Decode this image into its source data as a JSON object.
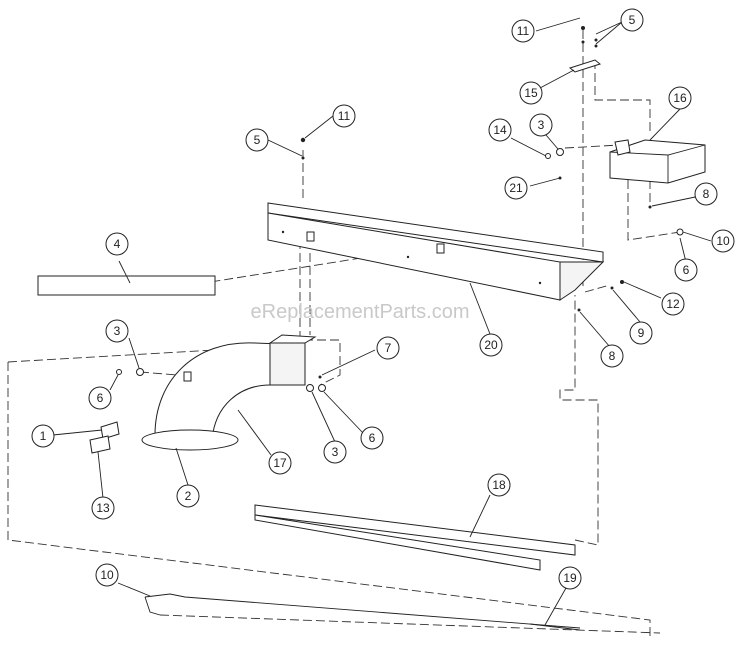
{
  "watermark": "eReplacementParts.com",
  "callouts": [
    "11",
    "5",
    "15",
    "16",
    "14",
    "3",
    "21",
    "8",
    "10",
    "6",
    "12",
    "9",
    "8",
    "5",
    "11",
    "4",
    "20",
    "3",
    "6",
    "7",
    "1",
    "3",
    "6",
    "17",
    "2",
    "13",
    "18",
    "10",
    "19"
  ]
}
